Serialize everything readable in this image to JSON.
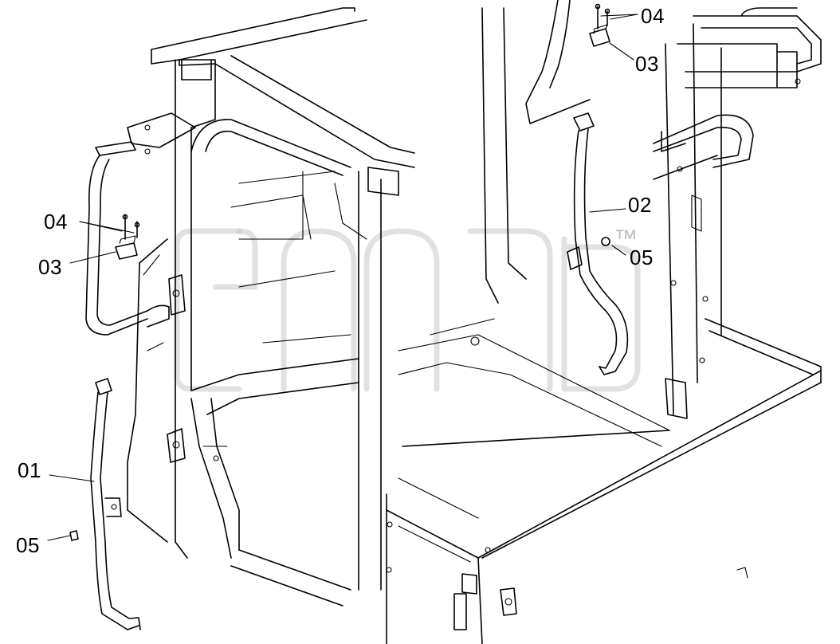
{
  "labels": {
    "part_01": "01",
    "part_02": "02",
    "part_03_left": "03",
    "part_03_right": "03",
    "part_04_left": "04",
    "part_04_right": "04",
    "part_05_left": "05",
    "part_05_right": "05"
  },
  "watermark": {
    "trademark": "™"
  }
}
